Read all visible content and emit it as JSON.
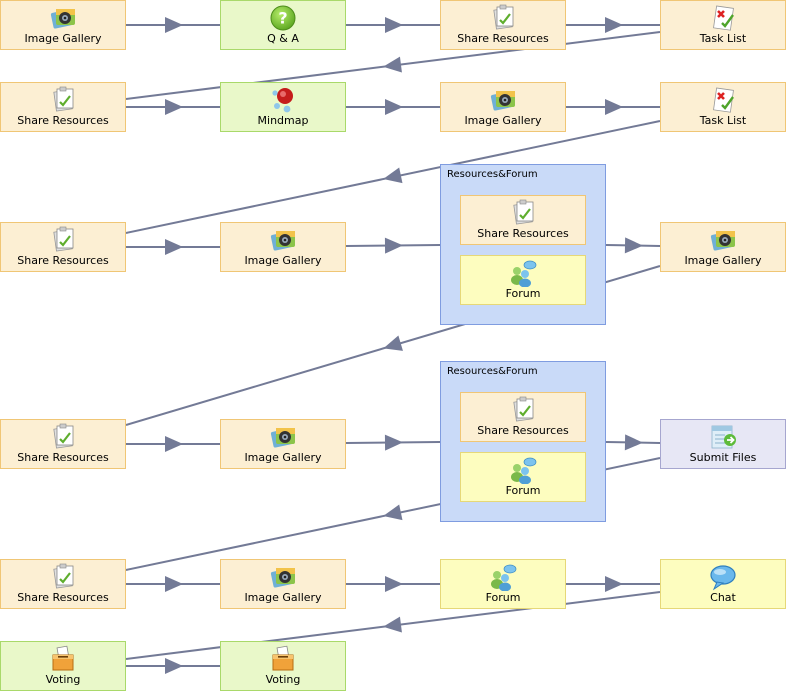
{
  "rows": [
    [
      "Image Gallery",
      "Q & A",
      "Share Resources",
      "Task List"
    ],
    [
      "Share Resources",
      "Mindmap",
      "Image Gallery",
      "Task List"
    ],
    [
      "Share Resources",
      "Image Gallery",
      "Image Gallery"
    ],
    [
      "Share Resources",
      "Image Gallery",
      "Submit Files"
    ],
    [
      "Share Resources",
      "Image Gallery",
      "Forum",
      "Chat"
    ],
    [
      "Voting",
      "Voting"
    ]
  ],
  "groups": [
    {
      "title": "Resources&Forum",
      "items": [
        "Share Resources",
        "Forum"
      ]
    },
    {
      "title": "Resources&Forum",
      "items": [
        "Share Resources",
        "Forum"
      ]
    }
  ],
  "colors": {
    "activity": "#fcefd3",
    "activity_border": "#f0c675",
    "tool_green": "#e9f8c9",
    "forum_yellow": "#fdfdbf",
    "submit_violet": "#e7e7f5",
    "group_fill": "#c9daf8",
    "group_border": "#7f9ce0",
    "edge": "#737a96"
  }
}
